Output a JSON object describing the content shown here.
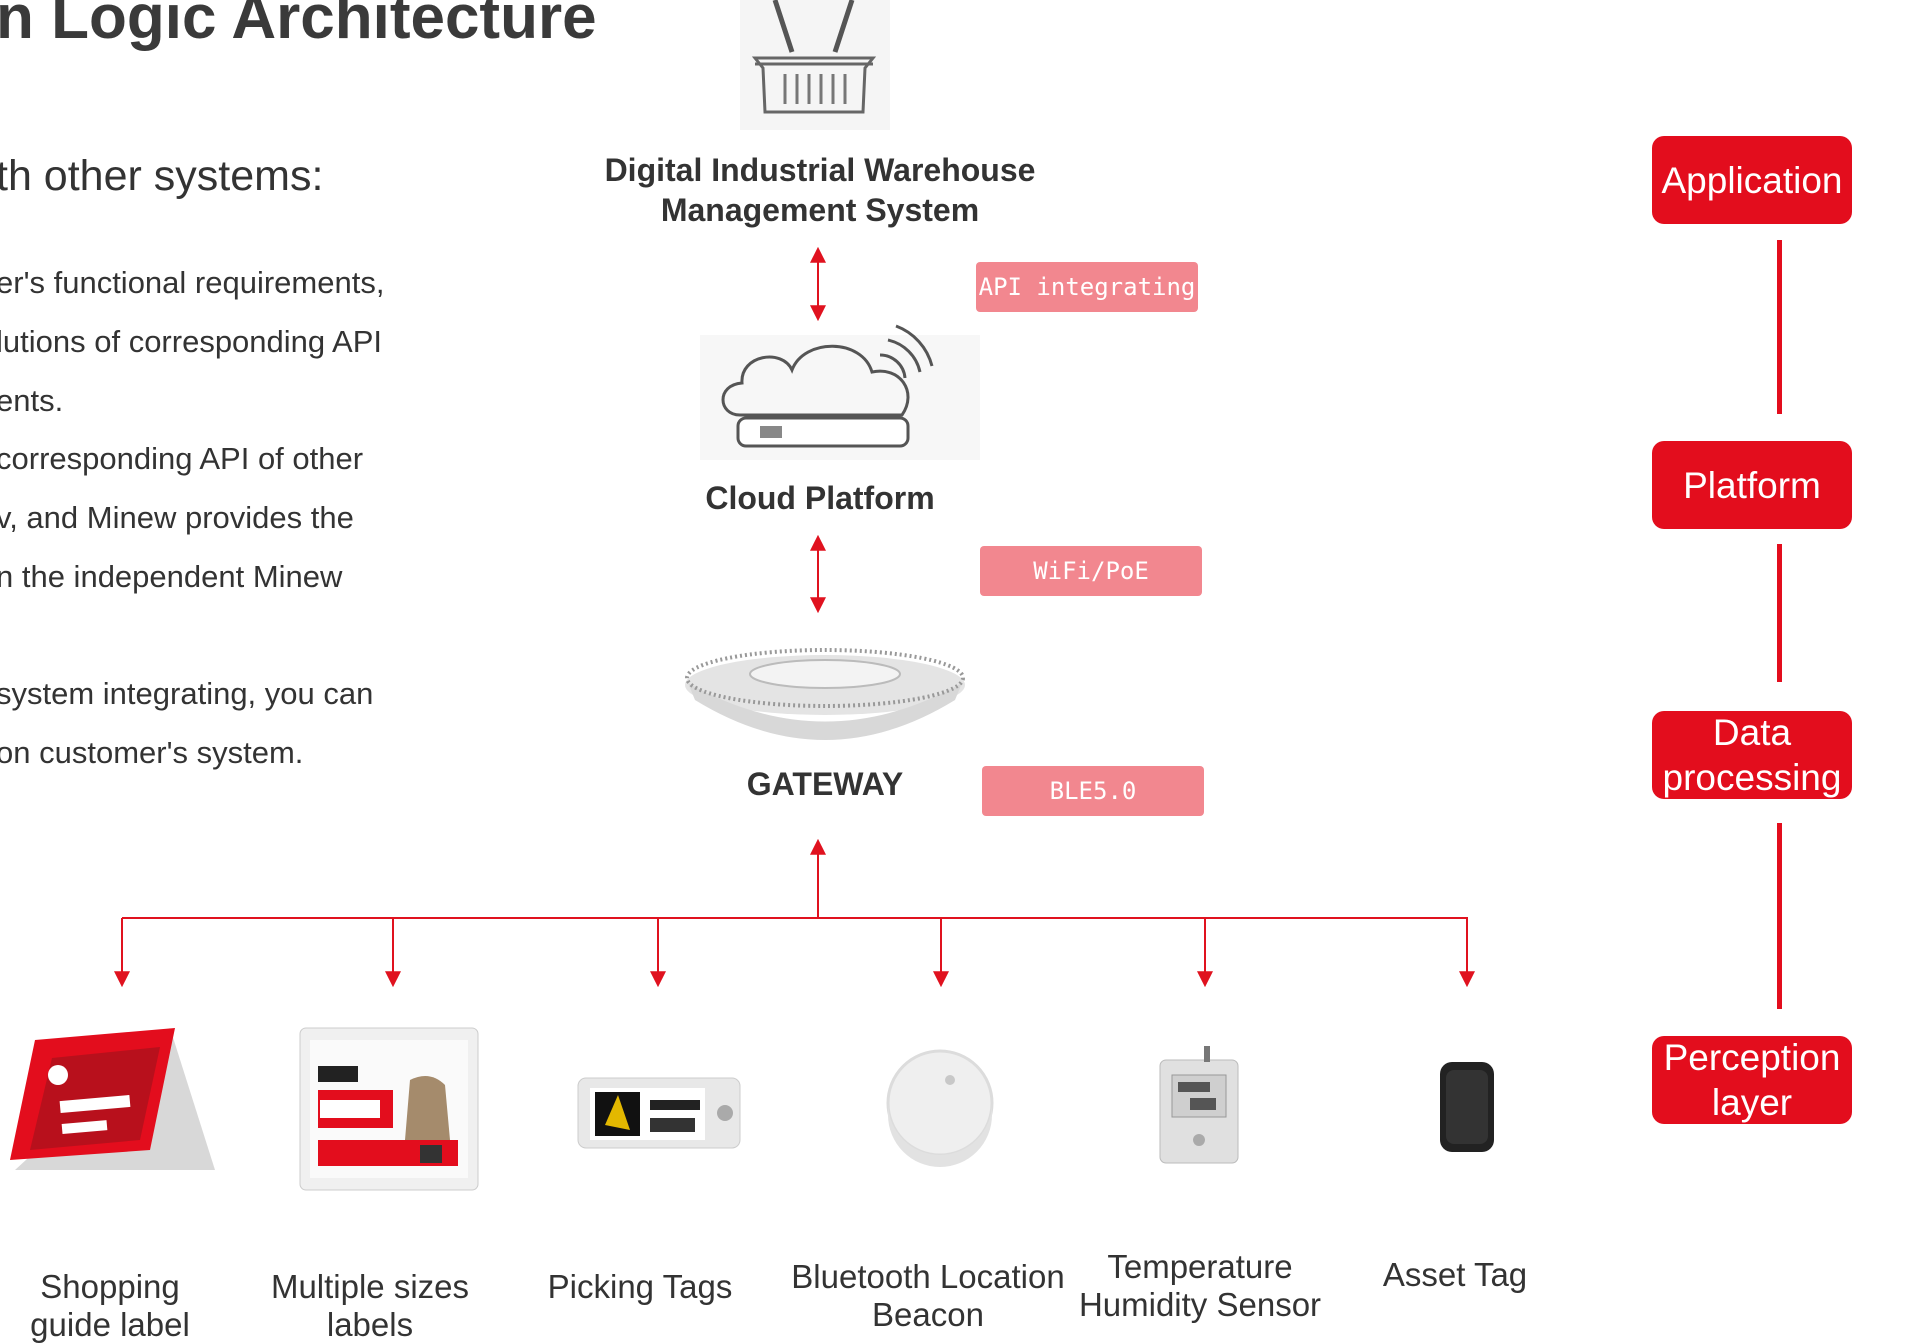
{
  "page": {
    "title": "n Logic Architecture",
    "subtitle": "th other systems:",
    "body_lines": [
      "er's functional requirements,",
      "lutions of corresponding API",
      "ents.",
      "corresponding API of other",
      "v, and Minew provides the",
      "n the independent Minew",
      "system integrating, you can",
      "on customer's system."
    ]
  },
  "nodes": {
    "warehouse": "Digital Industrial Warehouse\nManagement System",
    "cloud": "Cloud Platform",
    "gateway": "GATEWAY"
  },
  "connections": {
    "api": "API integrating",
    "wifi": "WiFi/PoE",
    "ble": "BLE5.0"
  },
  "layers": [
    "Application",
    "Platform",
    "Data processing",
    "Perception layer"
  ],
  "devices": [
    {
      "label": "Shopping guide label",
      "icon": "shopping-guide-label-image"
    },
    {
      "label": "Multiple sizes labels",
      "icon": "price-label-image"
    },
    {
      "label": "Picking Tags",
      "icon": "picking-tag-image"
    },
    {
      "label": "Bluetooth Location Beacon",
      "icon": "beacon-image"
    },
    {
      "label": "Temperature Humidity Sensor",
      "icon": "sensor-image"
    },
    {
      "label": "Asset Tag",
      "icon": "asset-tag-image"
    }
  ],
  "colors": {
    "accent": "#e30d1d",
    "badge": "#f2878f",
    "arrow": "#e0121f"
  }
}
